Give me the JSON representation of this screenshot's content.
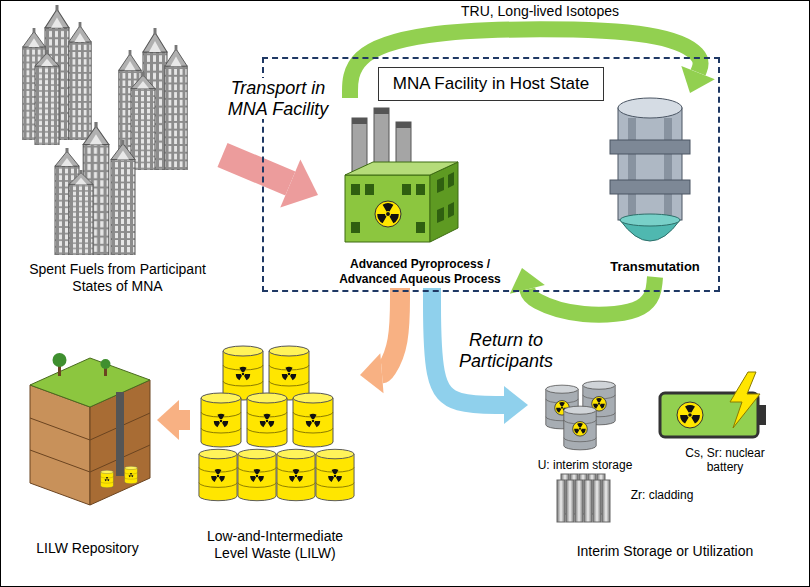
{
  "diagram": {
    "nodes": [
      {
        "text": [
          "Spent Fuels from Participant States of MNA"
        ]
      },
      {
        "text": [
          "MNA Facility in Host State"
        ]
      },
      {
        "text": [
          "Advanced Pyroprocess / Advanced Aqueous Process"
        ],
        "in": 1
      },
      {
        "text": [
          "Transmutation"
        ],
        "in": 1
      },
      {
        "text": [
          "Low-and-Intermediate Level Waste (LILW)"
        ]
      },
      {
        "text": [
          "LILW Repository"
        ]
      },
      {
        "text": [
          "Interim Storage or Utilization"
        ]
      }
    ],
    "edges": [
      {
        "from": 0,
        "to": 2,
        "label": "Transport in MNA Facility",
        "arrow": "to"
      },
      {
        "from": 2,
        "to": 3,
        "label": "TRU, Long-lived Isotopes",
        "arrow": "to"
      },
      {
        "from": 3,
        "to": 2,
        "arrow": "to"
      },
      {
        "from": 2,
        "to": 4,
        "arrow": "to"
      },
      {
        "from": 4,
        "to": 5,
        "arrow": "to"
      },
      {
        "from": 2,
        "to": 6,
        "label": "Return to Participants",
        "arrow": "to"
      }
    ],
    "labels": [
      "U: interim storage",
      "Cs, Sr: nuclear battery",
      "Zr: cladding"
    ]
  }
}
